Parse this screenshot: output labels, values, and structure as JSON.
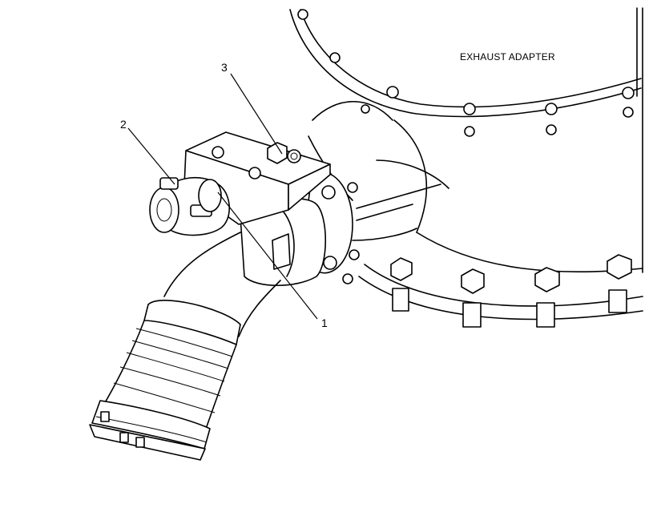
{
  "diagram": {
    "title_label": "EXHAUST ADAPTER",
    "callouts": [
      {
        "id": "callout-1",
        "text": "1"
      },
      {
        "id": "callout-2",
        "text": "2"
      },
      {
        "id": "callout-3",
        "text": "3"
      }
    ]
  }
}
